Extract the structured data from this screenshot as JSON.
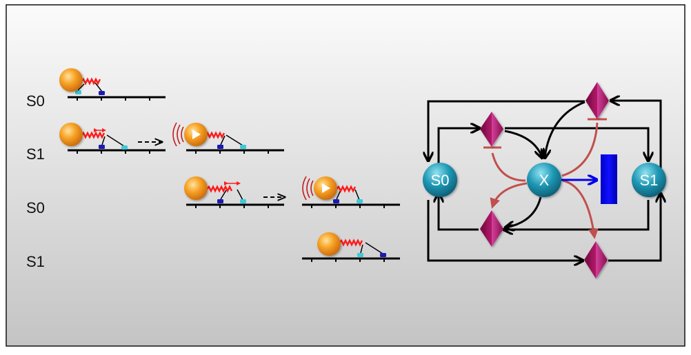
{
  "labels": {
    "row_1": "S0",
    "row_2": "S1",
    "row_3": "S0",
    "row_4": "S1"
  },
  "network": {
    "nodes": [
      {
        "id": "S0",
        "label": "S0"
      },
      {
        "id": "X",
        "label": "X"
      },
      {
        "id": "S1",
        "label": "S1"
      }
    ]
  },
  "colors": {
    "frame": "#111111",
    "background_light": "#f8f8f8",
    "background_dark": "#c9c9c9",
    "node_teal": "#1b8fa8",
    "diamond_magenta": "#a0105a",
    "inhibit_red": "#c0504d",
    "activate_blue": "#0000ee",
    "motor_orange": "#f5a020",
    "track_black": "#000000",
    "spring_red": "#ff1a1a",
    "site_blue": "#1a1ab5",
    "site_cyan": "#3fc9d8",
    "output_block": "#0a0af0"
  }
}
